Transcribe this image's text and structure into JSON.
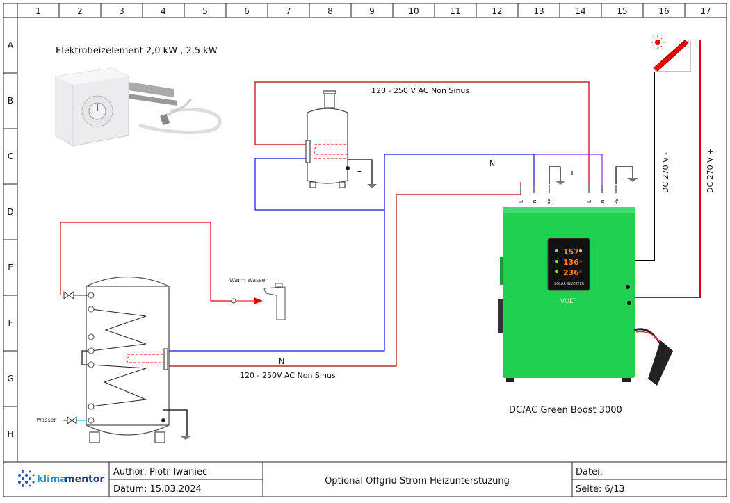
{
  "grid": {
    "columns": [
      "1",
      "2",
      "3",
      "4",
      "5",
      "6",
      "7",
      "8",
      "9",
      "10",
      "11",
      "12",
      "13",
      "14",
      "15",
      "16",
      "17"
    ],
    "rows": [
      "A",
      "B",
      "C",
      "D",
      "E",
      "F",
      "G",
      "H"
    ]
  },
  "labels": {
    "heater_title": "Elektroheizelement 2,0 kW , 2,5 kW",
    "top_voltage": "120 - 250 V AC Non Sinus",
    "bottom_voltage": "120 - 250V AC Non Sinus",
    "n_top": "N",
    "n_bottom": "N",
    "warm_water": "Warm Wasser",
    "water": "Wasser",
    "dc_minus": "DC 270 V -",
    "dc_plus": "DC 270 V +",
    "inverter_name": "DC/AC Green Boost  3000",
    "terminals_1": [
      "L",
      "N",
      "PE"
    ],
    "terminals_2": [
      "L",
      "N",
      "PE"
    ],
    "minus_sign": "–"
  },
  "inverter": {
    "display_values": [
      "157",
      "136",
      "236"
    ],
    "panel_label": "SOLAR INVERTER",
    "brand": "VOLT",
    "color": "#1fcf4f"
  },
  "title_block": {
    "logo_text_1": "klima",
    "logo_text_2": "mentor",
    "author": "Author: Piotr Iwaniec",
    "date": "Datum: 15.03.2024",
    "title": "Optional Offgrid Strom Heizunterstuzung",
    "file": "Datei:",
    "page": "Seite: 6/13"
  },
  "colors": {
    "phase": "#e00000",
    "dark_phase": "#b00000",
    "neutral": "#1010e0",
    "neutral2": "#7a2cf0",
    "ground": "#000000",
    "water_cold": "#00d8ff"
  }
}
